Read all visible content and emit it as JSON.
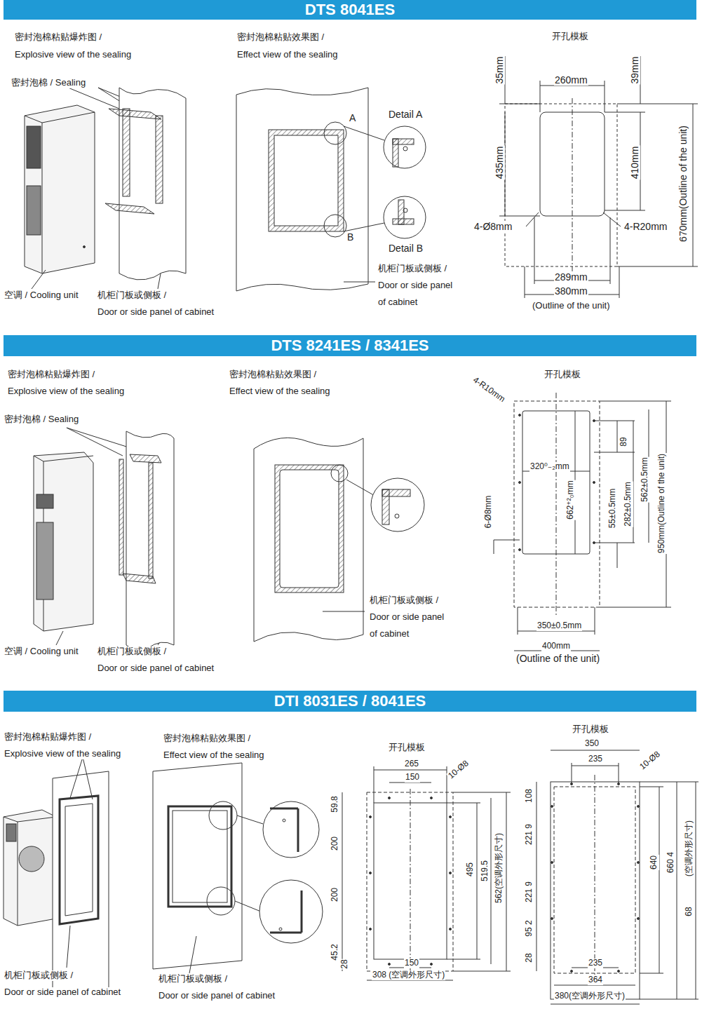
{
  "diagram": {
    "nodes": [
      {
        "text": [
          "DTS 8041ES"
        ]
      },
      {
        "text": [
          "DTS 8241ES / 8341ES"
        ]
      },
      {
        "text": [
          "DTI 8031ES / 8041ES"
        ]
      }
    ],
    "labels": [
      "密封泡棉粘贴爆炸图 /",
      "Explosive view of the sealing",
      "密封泡棉 / Sealing",
      "空调 / Cooling unit",
      "机柜门板或侧板 /",
      "Door or side panel of cabinet",
      "密封泡棉粘贴效果图 /",
      "Effect view of the sealing",
      "A",
      "B",
      "Detail A",
      "Detail B",
      "机柜门板或侧板 /",
      "Door or side panel",
      "of cabinet",
      "开孔模板",
      "35mm",
      "260mm",
      "39mm",
      "435mm",
      "410mm",
      "670mm(Outline of the unit)",
      "4-Ø8mm",
      "4-R20mm",
      "289mm",
      "380mm",
      "(Outline of the unit)",
      "密封泡棉粘贴爆炸图 /",
      "Explosive view of the sealing",
      "密封泡棉 / Sealing",
      "空调 / Cooling unit",
      "机柜门板或侧板 /",
      "Door or side panel of cabinet",
      "密封泡棉粘贴效果图 /",
      "Effect view of the sealing",
      "机柜门板或侧板 /",
      "Door or side panel",
      "of cabinet",
      "开孔模板",
      "4-R10mm",
      "89",
      "320⁰₋₂mm",
      "662⁺²₀mm",
      "562±0.5mm",
      "6-Ø8mm",
      "55±0.5mm",
      "282±0.5mm",
      "950mm(Outline of the unit)",
      "350±0.5mm",
      "400mm",
      "(Outline of the unit)",
      "密封泡棉粘贴爆炸图 /",
      "Explosive view of the sealing",
      "机柜门板或侧板 /",
      "Door or side panel of cabinet",
      "密封泡棉粘贴效果图 /",
      "Effect view of the sealing",
      "机柜门板或侧板 /",
      "Door or side panel of cabinet",
      "开孔模板",
      "265",
      "150",
      "10-Ø8",
      "59.8",
      "200",
      "200",
      "45.2",
      "28",
      "495",
      "519.5",
      "562(空调外形尺寸)",
      "150",
      "308 (空调外形尺寸)",
      "开孔模板",
      "350",
      "235",
      "10-Ø8",
      "108",
      "221 9",
      "221 9",
      "95 2",
      "28",
      "640",
      "660 4",
      "(空调外形尺寸)",
      "68",
      "235",
      "364",
      "380(空调外形尺寸)"
    ]
  }
}
